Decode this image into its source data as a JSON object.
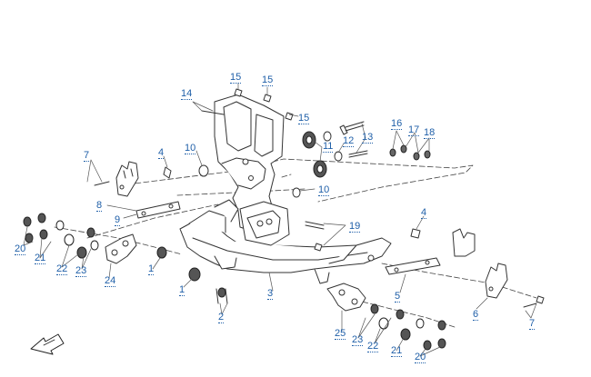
{
  "diagram": {
    "callouts": [
      {
        "id": "c15a",
        "text": "15"
      },
      {
        "id": "c15b",
        "text": "15"
      },
      {
        "id": "c14",
        "text": "14"
      },
      {
        "id": "c15c",
        "text": "15"
      },
      {
        "id": "c16",
        "text": "16"
      },
      {
        "id": "c17",
        "text": "17"
      },
      {
        "id": "c18",
        "text": "18"
      },
      {
        "id": "c13",
        "text": "13"
      },
      {
        "id": "c12",
        "text": "12"
      },
      {
        "id": "c11",
        "text": "11"
      },
      {
        "id": "c10a",
        "text": "10"
      },
      {
        "id": "c10b",
        "text": "10"
      },
      {
        "id": "c7a",
        "text": "7"
      },
      {
        "id": "c4a",
        "text": "4"
      },
      {
        "id": "c8",
        "text": "8"
      },
      {
        "id": "c9",
        "text": "9"
      },
      {
        "id": "c19",
        "text": "19"
      },
      {
        "id": "c4b",
        "text": "4"
      },
      {
        "id": "c20a",
        "text": "20"
      },
      {
        "id": "c21a",
        "text": "21"
      },
      {
        "id": "c22a",
        "text": "22"
      },
      {
        "id": "c23a",
        "text": "23"
      },
      {
        "id": "c24",
        "text": "24"
      },
      {
        "id": "c1a",
        "text": "1"
      },
      {
        "id": "c1b",
        "text": "1"
      },
      {
        "id": "c2",
        "text": "2"
      },
      {
        "id": "c3",
        "text": "3"
      },
      {
        "id": "c5",
        "text": "5"
      },
      {
        "id": "c6",
        "text": "6"
      },
      {
        "id": "c7b",
        "text": "7"
      },
      {
        "id": "c25",
        "text": "25"
      },
      {
        "id": "c23b",
        "text": "23"
      },
      {
        "id": "c22b",
        "text": "22"
      },
      {
        "id": "c21b",
        "text": "21"
      },
      {
        "id": "c20b",
        "text": "20"
      }
    ],
    "colors": {
      "callout": "#1f5fa8",
      "line": "#333333",
      "leader": "#555555",
      "fill": "#ffffff",
      "part_dark": "#222222",
      "part_gray": "#8a8a8a"
    },
    "icons": {
      "direction_arrow": "direction-arrow-icon"
    }
  }
}
